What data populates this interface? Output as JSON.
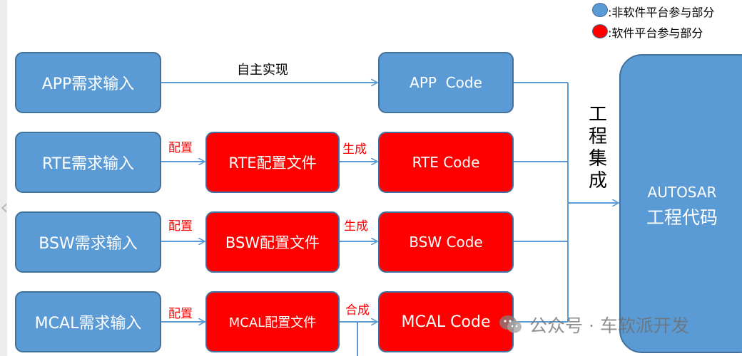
{
  "legend": {
    "non_platform": ":非软件平台参与部分",
    "platform": ":软件平台参与部分",
    "colors": {
      "non_platform": "#5b9bd5",
      "platform": "#ff0000"
    }
  },
  "requirements": {
    "app": "APP需求输入",
    "rte": "RTE需求输入",
    "bsw": "BSW需求输入",
    "mcal": "MCAL需求输入"
  },
  "configs": {
    "rte": "RTE配置文件",
    "bsw": "BSW配置文件",
    "mcal": "MCAL配置文件"
  },
  "codes": {
    "app": "APP  Code",
    "rte": "RTE Code",
    "bsw": "BSW Code",
    "mcal": "MCAL Code"
  },
  "edge_labels": {
    "self_impl": "自主实现",
    "configure": "配置",
    "generate": "生成",
    "compose": "合成"
  },
  "integration": {
    "chars": [
      "工",
      "程",
      "集",
      "成"
    ]
  },
  "target": {
    "line1": "AUTOSAR",
    "line2": "工程代码"
  },
  "watermark": {
    "text": "公众号 · 车软派开发",
    "icon": "wechat-icon"
  },
  "edge_icon": "chevron-left-icon"
}
